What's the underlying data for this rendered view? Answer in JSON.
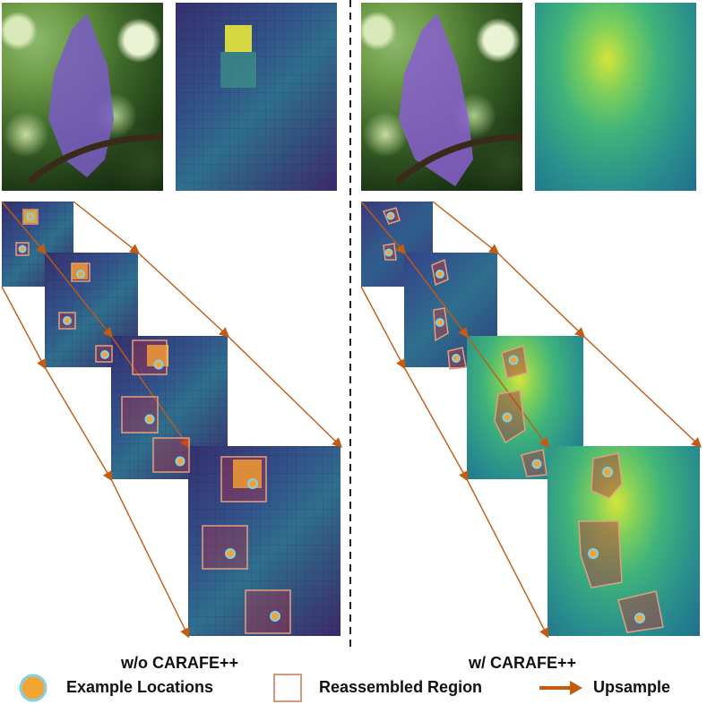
{
  "captions": {
    "left": "w/o CARAFE++",
    "right": "w/ CARAFE++"
  },
  "legend": {
    "example_locations": "Example Locations",
    "reassembled_region": "Reassembled Region",
    "upsample": "Upsample"
  },
  "colors": {
    "arrow": "#c55a11",
    "dot_fill": "#f4a335",
    "dot_ring": "#7fd3e8",
    "region_outline": "#e0a080",
    "divider": "#222222"
  },
  "icons": {
    "example_location": "orange-dot-icon",
    "reassembled_region": "square-outline-icon",
    "upsample": "arrow-right-icon"
  }
}
